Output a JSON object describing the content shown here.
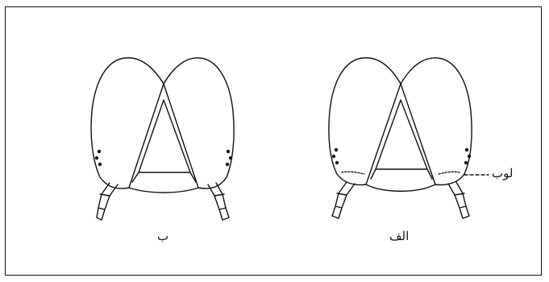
{
  "figure": {
    "panel_left_caption": "ب",
    "panel_right_caption": "الف",
    "callout_label": "لوب",
    "ink_color": "#111111"
  }
}
